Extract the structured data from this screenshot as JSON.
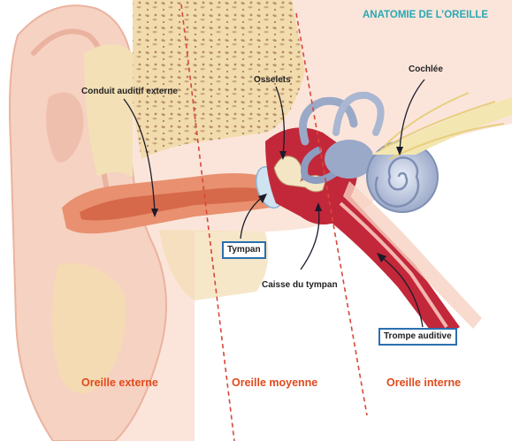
{
  "title": "ANATOMIE DE L’OREILLE",
  "labels": {
    "conduit": "Conduit auditif externe",
    "osselets": "Osselets",
    "cochlee": "Cochlée",
    "tympan": "Tympan",
    "caisse": "Caisse du tympan",
    "trompe": "Trompe auditive"
  },
  "regions": {
    "externe": "Oreille externe",
    "moyenne": "Oreille moyenne",
    "interne": "Oreille interne"
  },
  "colors": {
    "title": "#2aa8b5",
    "region_text": "#e04a1c",
    "divider": "#d9463a",
    "box_border": "#2b6fb0",
    "skin": "#f6d2c2",
    "skin_dark": "#eab39f",
    "bone": "#f2dcae",
    "canal": "#e07c5c",
    "middle_ear": "#c2283a",
    "inner_ear": "#9aa9c8"
  }
}
